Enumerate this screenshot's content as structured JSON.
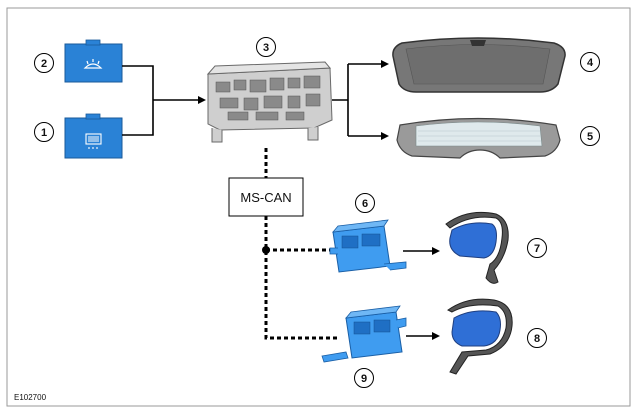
{
  "callouts": [
    "1",
    "2",
    "3",
    "4",
    "5",
    "6",
    "7",
    "8",
    "9"
  ],
  "network_label": "MS-CAN",
  "figure_ref": "E102700",
  "colors": {
    "switch_blue": "#2a82d6",
    "module_blue": "#3f9cf0",
    "glass_dark": "#6f6f6f",
    "glass_light": "#dfe9ec",
    "mirror_glass": "#2f6fd6",
    "module_grey": "#c9c9c9"
  },
  "icons": {
    "switch_2": "windshield-defrost-icon",
    "switch_1": "rear-window-defrost-icon"
  }
}
